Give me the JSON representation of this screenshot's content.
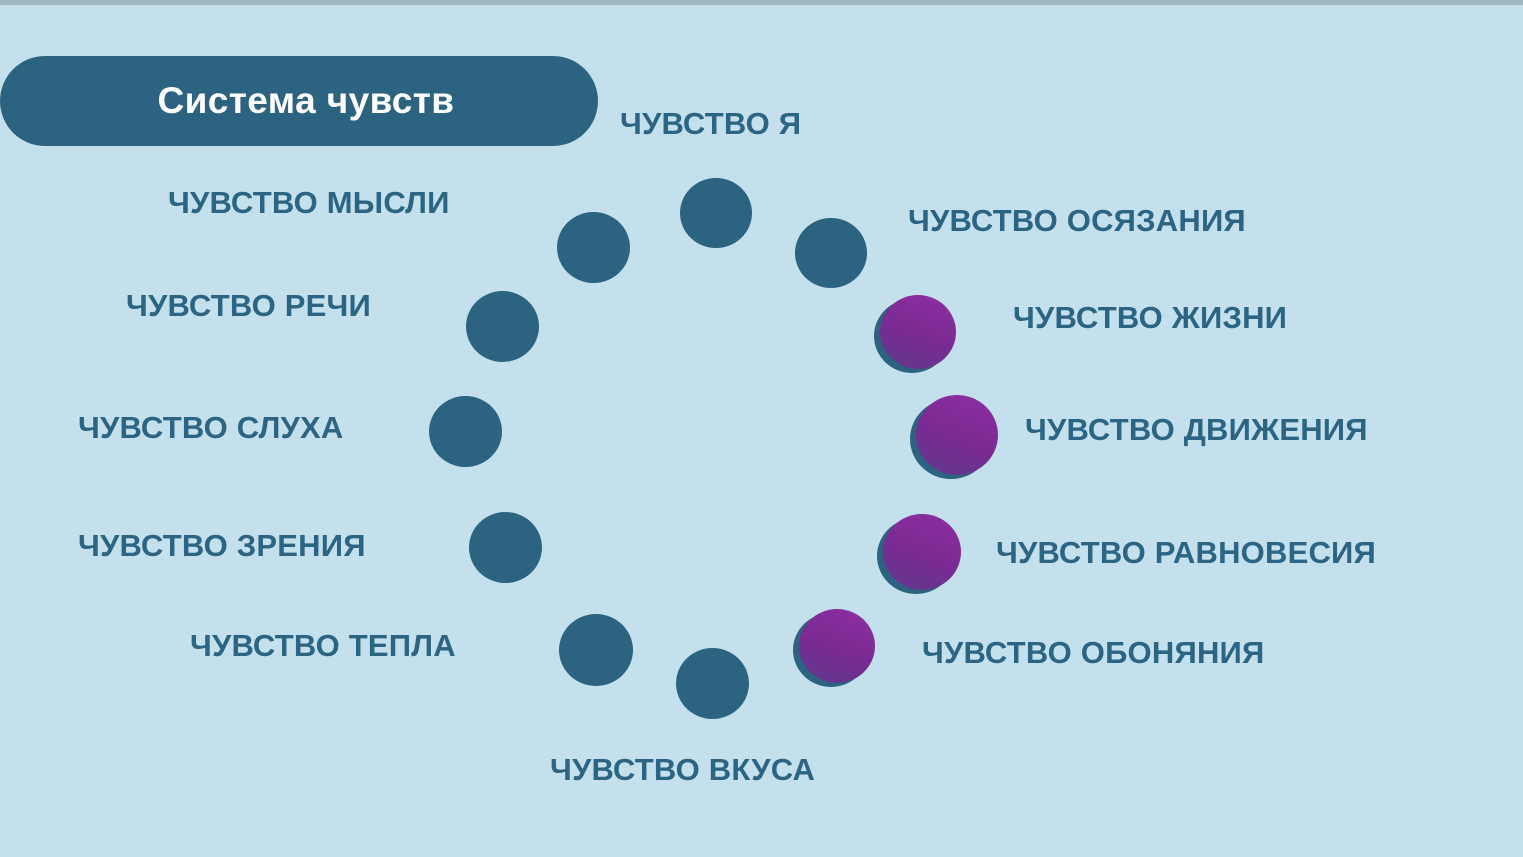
{
  "slide": {
    "title": "Система чувств",
    "background_color": "#c4e0ec",
    "accent_color": "#2b6381",
    "text_color": "#2c6584",
    "highlight_color": "#8e2fa0",
    "title_text_color": "#ffffff"
  },
  "senses": [
    {
      "id": "self",
      "label": "ЧУВСТВО Я"
    },
    {
      "id": "touch",
      "label": "ЧУВСТВО ОСЯЗАНИЯ"
    },
    {
      "id": "life",
      "label": "ЧУВСТВО ЖИЗНИ"
    },
    {
      "id": "movement",
      "label": "ЧУВСТВО ДВИЖЕНИЯ"
    },
    {
      "id": "balance",
      "label": "ЧУВСТВО РАВНОВЕСИЯ"
    },
    {
      "id": "smell",
      "label": "ЧУВСТВО ОБОНЯНИЯ"
    },
    {
      "id": "taste",
      "label": "ЧУВСТВО ВКУСА"
    },
    {
      "id": "warmth",
      "label": "ЧУВСТВО ТЕПЛА"
    },
    {
      "id": "sight",
      "label": "ЧУВСТВО ЗРЕНИЯ"
    },
    {
      "id": "hearing",
      "label": "ЧУВСТВО СЛУХА"
    },
    {
      "id": "speech",
      "label": "ЧУВСТВО РЕЧИ"
    },
    {
      "id": "thought",
      "label": "ЧУВСТВО МЫСЛИ"
    }
  ]
}
